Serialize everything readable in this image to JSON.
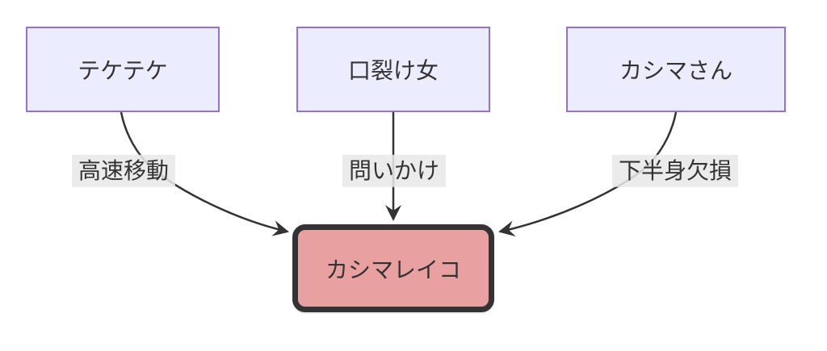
{
  "diagram": {
    "type": "flowchart",
    "direction": "top-down",
    "nodes": [
      {
        "id": "A",
        "label": "テケテケ",
        "kind": "source"
      },
      {
        "id": "B",
        "label": "口裂け女",
        "kind": "source"
      },
      {
        "id": "C",
        "label": "カシマさん",
        "kind": "source"
      },
      {
        "id": "D",
        "label": "カシマレイコ",
        "kind": "target"
      }
    ],
    "edges": [
      {
        "from": "テケテケ",
        "to": "カシマレイコ",
        "label": "高速移動",
        "arrow": "filled-arrowhead"
      },
      {
        "from": "口裂け女",
        "to": "カシマレイコ",
        "label": "問いかけ",
        "arrow": "filled-arrowhead"
      },
      {
        "from": "カシマさん",
        "to": "カシマレイコ",
        "label": "下半身欠損",
        "arrow": "filled-arrowhead"
      }
    ],
    "colors": {
      "node_fill": "#ECECFF",
      "node_border": "#9370DB",
      "target_fill": "#E8A0A0",
      "target_border": "#333333",
      "edge_stroke": "#333333",
      "edge_label_bg": "#E8E8E8",
      "text": "#333333",
      "background": "#FFFFFF"
    }
  }
}
